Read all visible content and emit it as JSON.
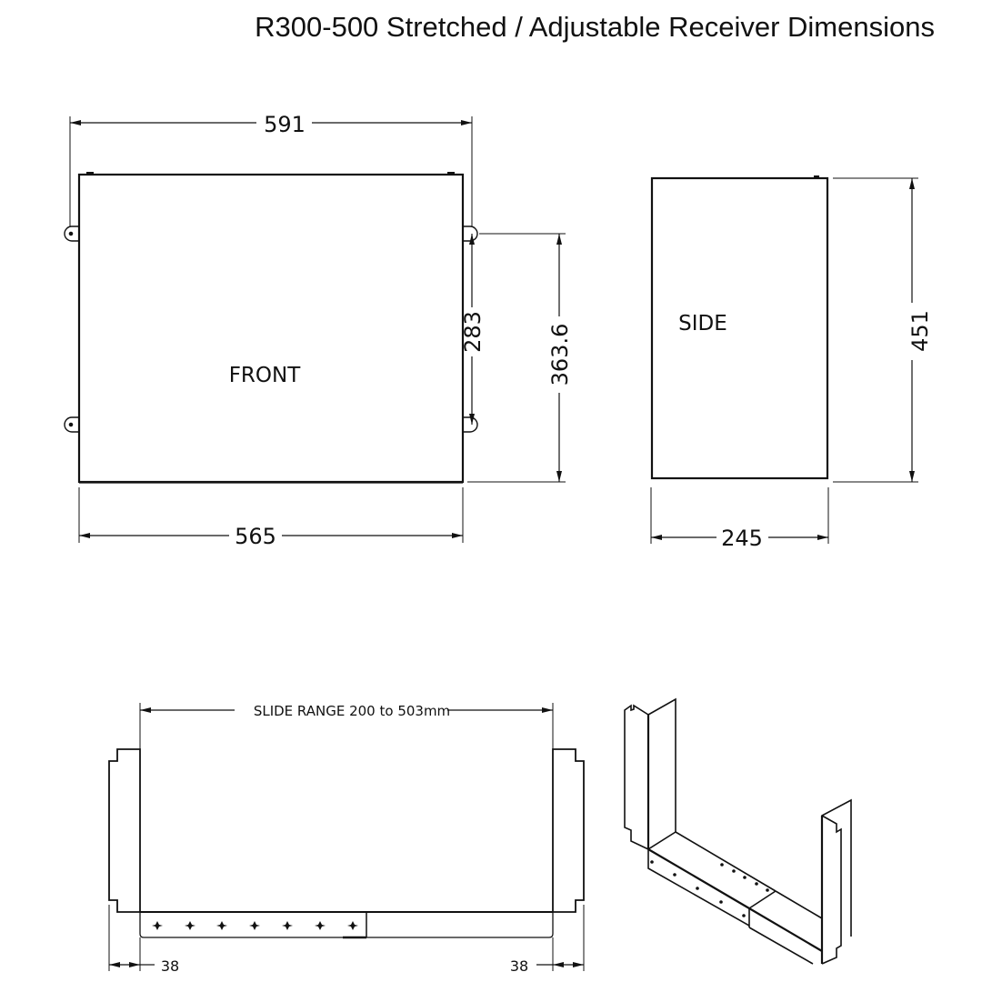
{
  "title": "R300-500 Stretched / Adjustable Receiver Dimensions",
  "front_view": {
    "label": "FRONT",
    "width_overall": "591",
    "width_body": "565",
    "hole_spacing": "283",
    "height_to_mount": "363.6"
  },
  "side_view": {
    "label": "SIDE",
    "height": "451",
    "depth": "245"
  },
  "bracket_view": {
    "slide_range": "SLIDE RANGE 200 to 503mm",
    "left_flange": "38",
    "right_flange": "38"
  },
  "colors": {
    "line": "#111111",
    "background": "#ffffff"
  }
}
